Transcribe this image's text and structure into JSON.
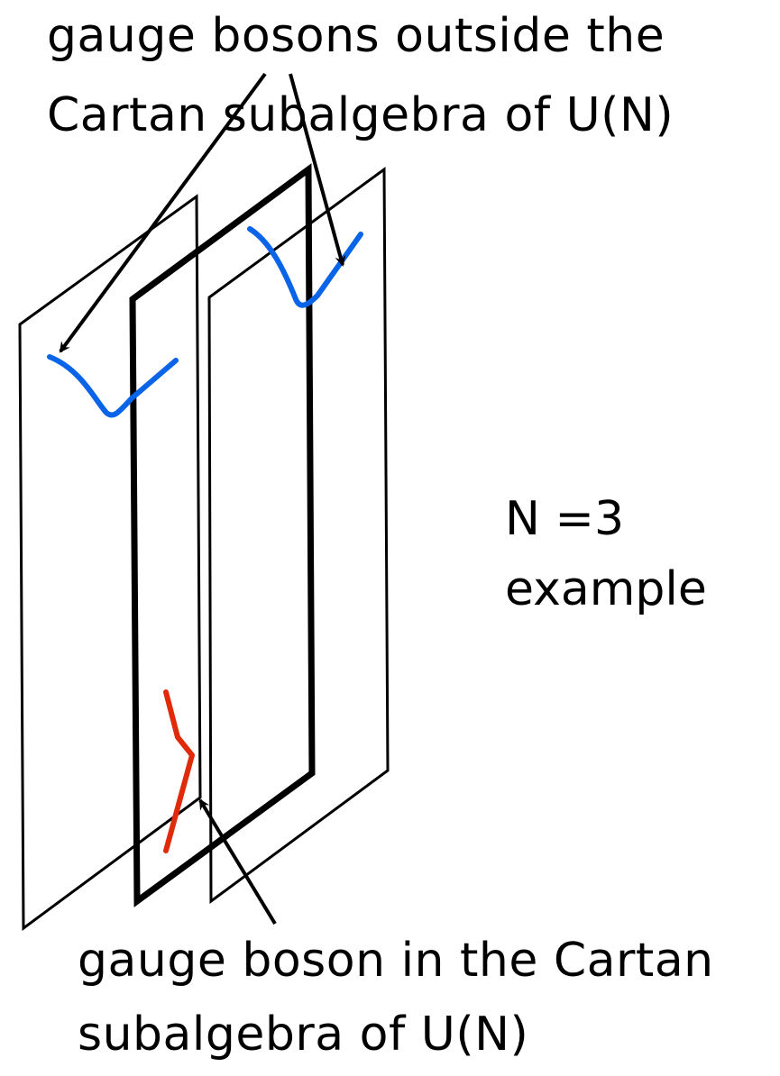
{
  "labels": {
    "top_line_1": "gauge bosons outside the",
    "top_line_2": "Cartan subalgebra of U(N)",
    "n_value": "N =3",
    "example": "example",
    "bottom_line_1": "gauge boson in the Cartan",
    "bottom_line_2": "subalgebra of U(N)"
  },
  "colors": {
    "outer_string": "#0a64e8",
    "cartan_string": "#e02a0a",
    "brane": "#000000"
  },
  "branes": [
    "brane-left",
    "brane-middle",
    "brane-right"
  ],
  "strings": {
    "outside_cartan": [
      "string-left",
      "string-right"
    ],
    "in_cartan": [
      "string-cartan"
    ]
  }
}
